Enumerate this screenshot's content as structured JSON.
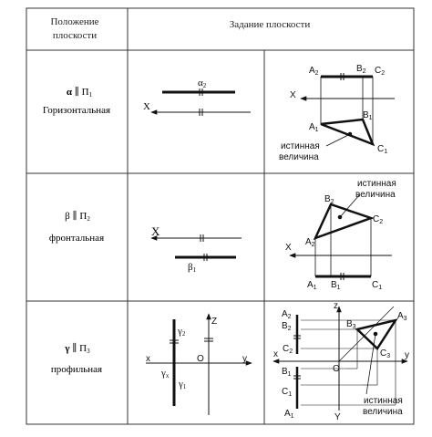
{
  "table": {
    "header": {
      "col1": [
        "Положение",
        "плоскости"
      ],
      "col2": "Задание плоскости"
    },
    "rows": [
      {
        "notation": {
          "greek": "α",
          "parallel": "∥",
          "pi": "П",
          "sub": "1"
        },
        "name": "Горизонтальная",
        "left_labels": {
          "x_axis": "X",
          "trace": "α",
          "trace_sub": "2"
        },
        "right_labels": {
          "A2": [
            "A",
            "2"
          ],
          "B2": [
            "B",
            "2"
          ],
          "C2": [
            "C",
            "2"
          ],
          "A1": [
            "A",
            "1"
          ],
          "B1": [
            "B",
            "1"
          ],
          "C1": [
            "C",
            "1"
          ],
          "x_axis": "X",
          "callout": [
            "истинная",
            "величина"
          ]
        }
      },
      {
        "notation": {
          "greek": "β",
          "parallel": "∥",
          "pi": "П",
          "sub": "2"
        },
        "name": "фронтальная",
        "left_labels": {
          "x_axis": "X",
          "trace": "β",
          "trace_sub": "1"
        },
        "right_labels": {
          "B2": [
            "B",
            "2"
          ],
          "C2": [
            "C",
            "2"
          ],
          "A2": [
            "A",
            "2"
          ],
          "A1": [
            "A",
            "1"
          ],
          "B1": [
            "B",
            "1"
          ],
          "C1": [
            "C",
            "1"
          ],
          "x_axis": "X",
          "callout": [
            "истинная",
            "величина"
          ]
        }
      },
      {
        "notation": {
          "greek": "γ",
          "parallel": "∥",
          "pi": "П",
          "sub": "3"
        },
        "name": "профильная",
        "left_labels": {
          "gamma2": [
            "γ",
            "2"
          ],
          "gammax": [
            "γ",
            "x"
          ],
          "gamma1": [
            "γ",
            "1"
          ],
          "z": "Z",
          "x": "x",
          "y": "y",
          "o": "O"
        },
        "right_labels": {
          "A2": [
            "A",
            "2"
          ],
          "B2": [
            "B",
            "2"
          ],
          "C2": [
            "C",
            "2"
          ],
          "B3": [
            "B",
            "3"
          ],
          "A3": [
            "A",
            "3"
          ],
          "C3": [
            "C",
            "3"
          ],
          "B1": [
            "B",
            "1"
          ],
          "C1": [
            "C",
            "1"
          ],
          "A1": [
            "A",
            "1"
          ],
          "z": "z",
          "x": "x",
          "y_right": "y",
          "Y": "Y",
          "o": "O",
          "callout": [
            "истинная",
            "величина"
          ]
        }
      }
    ]
  }
}
